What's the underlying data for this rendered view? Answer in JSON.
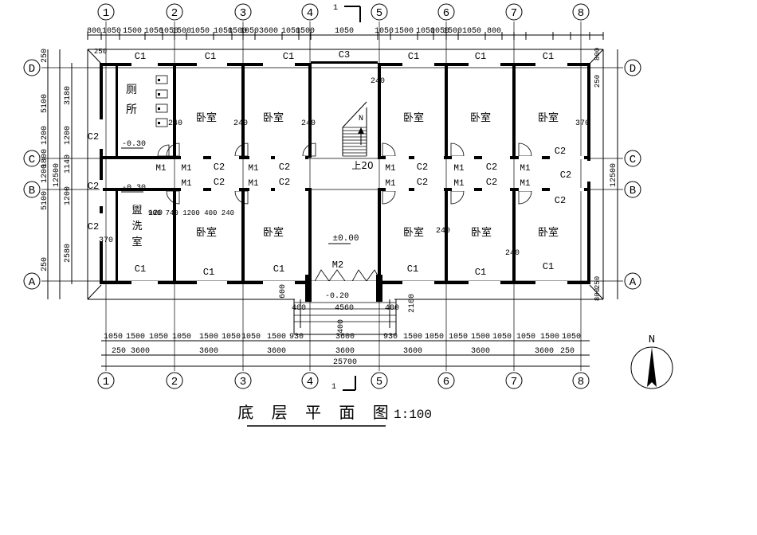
{
  "axes_top": [
    "1",
    "2",
    "3",
    "4",
    "5",
    "6",
    "7",
    "8"
  ],
  "axes_side": [
    "D",
    "C",
    "B",
    "A"
  ],
  "top_dims": [
    "800",
    "1050",
    "1500",
    "1050",
    "1050",
    "1500",
    "1050",
    "1050",
    "1500",
    "1050",
    "3600",
    "1050",
    "1500",
    "1050",
    "1050",
    "1500",
    "1050",
    "1050",
    "1500",
    "1050",
    "800"
  ],
  "bottom_dims_1": [
    "1050",
    "1500",
    "1050",
    "1050",
    "1500",
    "1050",
    "1050",
    "1500",
    "930",
    "3600",
    "930",
    "1500",
    "1050",
    "1050",
    "1500",
    "1050",
    "1050",
    "1500",
    "1050"
  ],
  "bottom_dims_2": [
    "250",
    "3600",
    "3600",
    "3600",
    "3600",
    "3600",
    "3600",
    "3600",
    "250"
  ],
  "total_width": "25700",
  "left_dims_outer": [
    "250",
    "5100",
    "1200",
    "1800",
    "1200",
    "5100",
    "250"
  ],
  "left_dims_mid": [
    "3180",
    "1200",
    "1140",
    "1200",
    "2580"
  ],
  "left_total": "12500",
  "right_total": "12500",
  "right_dims": [
    "800",
    "250",
    "250",
    "800"
  ],
  "rooms": {
    "bedroom": "卧室",
    "toilet_1": "厕",
    "toilet_2": "所",
    "wash_1": "盥",
    "wash_2": "洗",
    "wash_3": "室"
  },
  "labels": {
    "C1": "C1",
    "C2": "C2",
    "C3": "C3",
    "M1": "M1",
    "M2": "M2",
    "up": "上20",
    "elev_0": "±0.00",
    "elev_toilet": "-0.30",
    "elev_wash": "-0.30",
    "elev_out": "-0.20",
    "d240": "240",
    "d370": "370",
    "d120": "120",
    "d600": "600",
    "d400": "400",
    "d2100": "2100",
    "d4560": "4560",
    "d900": "900",
    "d740": "740",
    "d1200": "1200",
    "d250": "250",
    "section": "1",
    "north": "N",
    "stair_n": "N"
  },
  "title": "底 层 平 面 图",
  "scale": "1:100",
  "colors": {
    "line": "#000000",
    "bg": "#ffffff"
  }
}
